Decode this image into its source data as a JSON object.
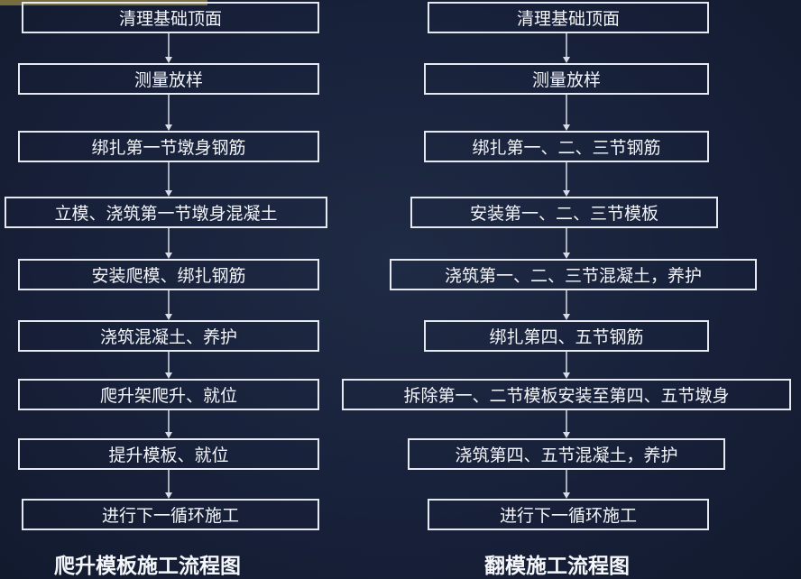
{
  "left_flow": {
    "steps": [
      "清理基础顶面",
      "测量放样",
      "绑扎第一节墩身钢筋",
      "立模、浇筑第一节墩身混凝土",
      "安装爬模、绑扎钢筋",
      "浇筑混凝土、养护",
      "爬升架爬升、就位",
      "提升模板、就位",
      "进行下一循环施工"
    ],
    "caption": "爬升模板施工流程图"
  },
  "right_flow": {
    "steps": [
      "清理基础顶面",
      "测量放样",
      "绑扎第一、二、三节钢筋",
      "安装第一、二、三节模板",
      "浇筑第一、二、三节混凝土，养护",
      "绑扎第四、五节钢筋",
      "拆除第一、二节模板安装至第四、五节墩身",
      "浇筑第四、五节混凝土，养护",
      "进行下一循环施工"
    ],
    "caption": "翻模施工流程图"
  },
  "colors": {
    "background": "#18213a",
    "border": "#e6e9f0",
    "text": "#f2f4f8"
  }
}
